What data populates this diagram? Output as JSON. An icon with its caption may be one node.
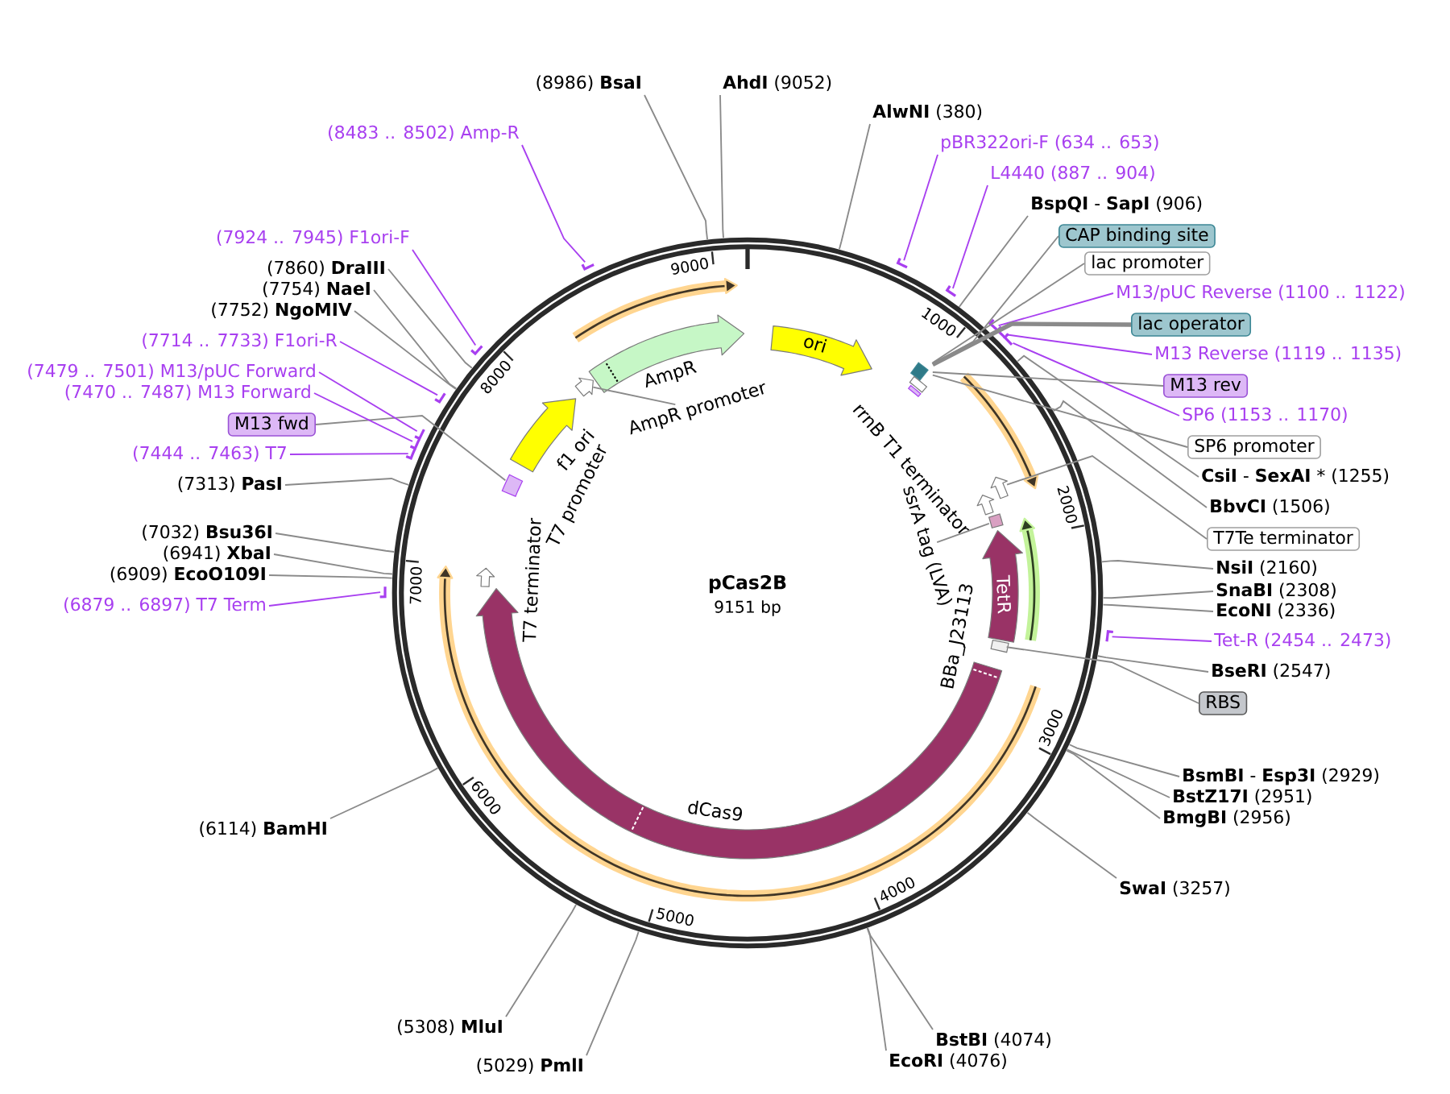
{
  "diagram": {
    "nodes": [
      {
        "text": [
          "pCas2B",
          "9151 bp"
        ]
      },
      {
        "text": [],
        "shape": "arrow",
        "in": 0
      },
      {
        "text": [
          "AmpR promoter"
        ],
        "in": 0
      },
      {
        "text": [],
        "shape": "arrow",
        "in": 0
      },
      {
        "text": [
          "ori"
        ],
        "in": 0
      },
      {
        "text": [],
        "shape": "bar",
        "in": 0
      },
      {
        "text": [],
        "shape": "arrow",
        "in": 0
      },
      {
        "text": [],
        "shape": "arrow",
        "in": 0
      },
      {
        "text": [],
        "shape": "bar",
        "in": 0
      },
      {
        "text": [
          "ssrA tag (LVA)"
        ],
        "in": 0
      },
      {
        "text": [
          "TetR"
        ],
        "in": 0
      },
      {
        "text": [],
        "shape": "bar",
        "in": 0
      },
      {
        "text": [],
        "shape": "arrow",
        "beside": [
          "T7 terminator"
        ],
        "in": 0
      },
      {
        "text": [],
        "shape": "bar",
        "in": 0
      },
      {
        "text": [],
        "shape": "arrow",
        "beside": [
          "f1 ori"
        ],
        "in": 0
      },
      {
        "text": [
          "(8986) **BsaI**"
        ]
      },
      {
        "text": [
          "**AhdI** (9052)"
        ]
      },
      {
        "text": [
          "**AlwNI** (380)"
        ]
      },
      {
        "text": [
          "pBR322ori-F (634 .. 653)"
        ]
      },
      {
        "text": [
          "L4440 (887 .. 904)"
        ]
      },
      {
        "text": [
          "**BspQI** - **SapI** (906)"
        ]
      },
      {
        "text": [
          "CAP binding site"
        ]
      },
      {
        "text": [
          "lac promoter"
        ]
      },
      {
        "text": [
          "M13/pUC Reverse (1100 .. 1122)"
        ]
      },
      {
        "text": [
          "lac operator"
        ]
      },
      {
        "text": [
          "M13 Reverse (1119 .. 1135)"
        ]
      },
      {
        "text": [
          "M13 rev"
        ]
      },
      {
        "text": [
          "SP6 (1153 .. 1170)"
        ]
      },
      {
        "text": [
          "SP6 promoter"
        ]
      },
      {
        "text": [
          "**CsiI** - **SexAI** * (1255)"
        ]
      },
      {
        "text": [
          "**BbvCI** (1506)"
        ]
      },
      {
        "text": [
          "T7Te terminator"
        ]
      },
      {
        "text": [
          "**NsiI** (2160)"
        ]
      },
      {
        "text": [
          "**SnaBI** (2308)"
        ]
      },
      {
        "text": [
          "**EcoNI** (2336)"
        ]
      },
      {
        "text": [
          "Tet-R (2454 .. 2473)"
        ]
      },
      {
        "text": [
          "**BseRI** (2547)"
        ]
      },
      {
        "text": [
          "RBS"
        ]
      },
      {
        "text": [
          "**BsmBI** - **Esp3I** (2929)"
        ]
      },
      {
        "text": [
          "**BstZ17I** (2951)"
        ]
      },
      {
        "text": [
          "**BmgBI** (2956)"
        ]
      },
      {
        "text": [
          "**SwaI** (3257)"
        ]
      },
      {
        "text": [
          "**BstBI** (4074)"
        ]
      },
      {
        "text": [
          "**EcoRI** (4076)"
        ]
      },
      {
        "text": [
          "(5029) **PmlI**"
        ]
      },
      {
        "text": [
          "(5308) **MluI**"
        ]
      },
      {
        "text": [
          "(6114) **BamHI**"
        ]
      },
      {
        "text": [
          "(6879 .. 6897) T7 Term"
        ]
      },
      {
        "text": [
          "(6909) **EcoO109I**"
        ]
      },
      {
        "text": [
          "(6941) **XbaI**"
        ]
      },
      {
        "text": [
          "(7032) **Bsu36I**"
        ]
      },
      {
        "text": [
          "(7313) **PasI**"
        ]
      },
      {
        "text": [
          "(7444 .. 7463) T7"
        ]
      },
      {
        "text": [
          "M13 fwd"
        ]
      },
      {
        "text": [
          "(7470 .. 7487) M13 Forward"
        ]
      },
      {
        "text": [
          "(7479 .. 7501) M13/pUC Forward"
        ]
      },
      {
        "text": [
          "(7714 .. 7733) F1ori-R"
        ]
      },
      {
        "text": [
          "(7752) **NgoMIV**"
        ]
      },
      {
        "text": [
          "(7754) **NaeI**"
        ]
      },
      {
        "text": [
          "(7860) **DraIII**"
        ]
      },
      {
        "text": [
          "(7924 .. 7945) F1ori-F"
        ]
      },
      {
        "text": [
          "(8483 .. 8502) Amp-R"
        ]
      },
      {
        "text": [],
        "shape": "bar",
        "in": 0
      },
      {
        "text": [],
        "shape": "bar",
        "in": 0
      },
      {
        "text": [],
        "shape": "bar",
        "in": 0
      },
      {
        "text": [],
        "shape": "bar",
        "in": 0
      },
      {
        "text": [],
        "shape": "bar",
        "in": 0
      },
      {
        "text": [],
        "shape": "bar"
      },
      {
        "text": [],
        "shape": "bar"
      },
      {
        "text": [],
        "shape": "bar",
        "in": 0
      },
      {
        "text": [],
        "shape": "bar",
        "in": 0
      },
      {
        "text": [],
        "shape": "bar",
        "in": 0
      },
      {
        "text": [],
        "shape": "bar",
        "in": 0
      },
      {
        "text": [],
        "shape": "bar",
        "in": 0
      },
      {
        "text": [],
        "shape": "bar",
        "in": 0
      }
    ],
    "edges": [
      {
        "from": 15,
        "to": 0,
        "arrow": "none"
      },
      {
        "from": 16,
        "to": 0,
        "arrow": "none"
      },
      {
        "from": 17,
        "to": 0,
        "arrow": "none"
      },
      {
        "from": 18,
        "to": 62,
        "arrow": "none",
        "color": "#a83ff0"
      },
      {
        "from": 19,
        "to": 63,
        "arrow": "none",
        "color": "#a83ff0"
      },
      {
        "from": 20,
        "to": 0,
        "arrow": "none"
      },
      {
        "from": 21,
        "to": 5,
        "arrow": "none"
      },
      {
        "from": 22,
        "to": 5,
        "arrow": "none"
      },
      {
        "from": 23,
        "to": 64,
        "arrow": "none",
        "color": "#a83ff0"
      },
      {
        "from": 24,
        "to": 5,
        "arrow": "none",
        "style": "thick"
      },
      {
        "from": 25,
        "to": 65,
        "arrow": "none",
        "color": "#a83ff0"
      },
      {
        "from": 26,
        "to": 5,
        "arrow": "none"
      },
      {
        "from": 27,
        "to": 66,
        "arrow": "none",
        "color": "#a83ff0"
      },
      {
        "from": 28,
        "to": 5,
        "arrow": "none"
      },
      {
        "from": 29,
        "to": 0,
        "arrow": "none"
      },
      {
        "from": 30,
        "to": 0,
        "arrow": "none"
      },
      {
        "from": 31,
        "to": 6,
        "arrow": "none"
      },
      {
        "from": 32,
        "to": 0,
        "arrow": "none"
      },
      {
        "from": 33,
        "to": 0,
        "arrow": "none"
      },
      {
        "from": 34,
        "to": 0,
        "arrow": "none"
      },
      {
        "from": 35,
        "to": 67,
        "arrow": "none",
        "color": "#a83ff0"
      },
      {
        "from": 36,
        "to": 0,
        "arrow": "none"
      },
      {
        "from": 37,
        "to": 11,
        "arrow": "none"
      },
      {
        "from": 38,
        "to": 0,
        "arrow": "none"
      },
      {
        "from": 39,
        "to": 0,
        "arrow": "none"
      },
      {
        "from": 40,
        "to": 0,
        "arrow": "none"
      },
      {
        "from": 41,
        "to": 0,
        "arrow": "none"
      },
      {
        "from": 42,
        "to": 0,
        "arrow": "none"
      },
      {
        "from": 43,
        "to": 0,
        "arrow": "none"
      },
      {
        "from": 44,
        "to": 0,
        "arrow": "none"
      },
      {
        "from": 45,
        "to": 0,
        "arrow": "none"
      },
      {
        "from": 46,
        "to": 0,
        "arrow": "none"
      },
      {
        "from": 47,
        "to": 68,
        "arrow": "none",
        "color": "#a83ff0"
      },
      {
        "from": 48,
        "to": 0,
        "arrow": "none"
      },
      {
        "from": 49,
        "to": 0,
        "arrow": "none"
      },
      {
        "from": 50,
        "to": 0,
        "arrow": "none"
      },
      {
        "from": 51,
        "to": 0,
        "arrow": "none"
      },
      {
        "from": 52,
        "to": 69,
        "arrow": "none",
        "color": "#a83ff0"
      },
      {
        "from": 53,
        "to": 13,
        "arrow": "none"
      },
      {
        "from": 54,
        "to": 70,
        "arrow": "none",
        "color": "#a83ff0"
      },
      {
        "from": 55,
        "to": 71,
        "arrow": "none",
        "color": "#a83ff0"
      },
      {
        "from": 56,
        "to": 72,
        "arrow": "none",
        "color": "#a83ff0"
      },
      {
        "from": 57,
        "to": 0,
        "arrow": "none"
      },
      {
        "from": 58,
        "to": 0,
        "arrow": "none"
      },
      {
        "from": 59,
        "to": 0,
        "arrow": "none"
      },
      {
        "from": 60,
        "to": 73,
        "arrow": "none",
        "color": "#a83ff0"
      },
      {
        "from": 61,
        "to": 74,
        "arrow": "none",
        "color": "#a83ff0"
      },
      {
        "from": 2,
        "to": 1,
        "arrow": "none"
      },
      {
        "from": 9,
        "to": 8,
        "arrow": "none"
      }
    ],
    "labels": [
      "1000",
      "2000",
      "3000",
      "4000",
      "5000",
      "6000",
      "7000",
      "8000",
      "9000",
      "AmpR",
      "rrnB T1 terminator",
      "BBa_J23113",
      "dCas9",
      "T7 promoter"
    ]
  }
}
